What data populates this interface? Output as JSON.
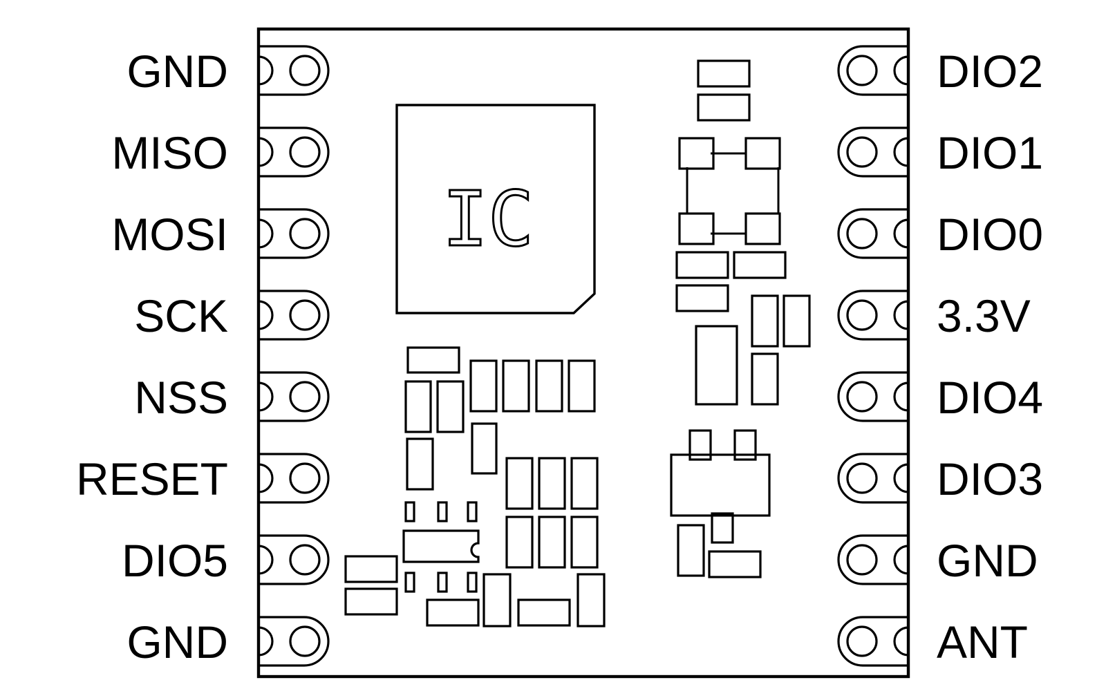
{
  "module": {
    "chip_label": "IC",
    "left_pins": [
      "GND",
      "MISO",
      "MOSI",
      "SCK",
      "NSS",
      "RESET",
      "DIO5",
      "GND"
    ],
    "right_pins": [
      "DIO2",
      "DIO1",
      "DIO0",
      "3.3V",
      "DIO4",
      "DIO3",
      "GND",
      "ANT"
    ]
  }
}
